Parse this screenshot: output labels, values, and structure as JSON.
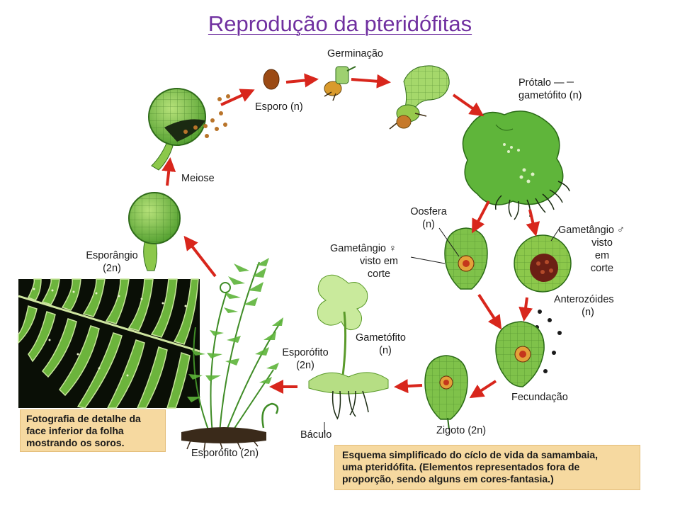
{
  "title": "Reprodução da pteridófitas",
  "labels": {
    "germinacao": "Germinação",
    "esporo": "Esporo (n)",
    "protalo": "Prótalo —",
    "protalo2": "gametófito (n)",
    "meiose": "Meiose",
    "oosfera": "Oosfera",
    "oosfera_n": "(n)",
    "gam_macho": "Gametângio ♂",
    "gam_macho_2": "visto",
    "gam_macho_3": "em",
    "gam_macho_4": "corte",
    "gam_femea": "Gametângio ♀",
    "gam_femea_2": "visto em",
    "gam_femea_3": "corte",
    "esporangio": "Esporângio",
    "esporangio_2n": "(2n)",
    "anterozoides": "Anterozóides",
    "anterozoides_n": "(n)",
    "gametofito": "Gametófito",
    "gametofito_n": "(n)",
    "esporofito_mid": "Esporófito",
    "esporofito_mid_2n": "(2n)",
    "fecundacao": "Fecundação",
    "zigoto": "Zigoto (2n)",
    "baculo": "Báculo",
    "esporofito_bottom": "Esporófito (2n)"
  },
  "photo_caption": [
    "Fotografia de detalhe da",
    "face inferior da folha",
    "mostrando os soros."
  ],
  "scheme_caption": [
    "Esquema simplificado do cíclo de vida da samambaia,",
    "uma pteridófita. (Elementos representados fora de",
    "proporção, sendo alguns em cores-fantasia.)"
  ],
  "colors": {
    "title": "#7030a0",
    "arrow": "#d8261c",
    "plant_green": "#4caf3a",
    "caption_bg": "#f6d9a0"
  }
}
